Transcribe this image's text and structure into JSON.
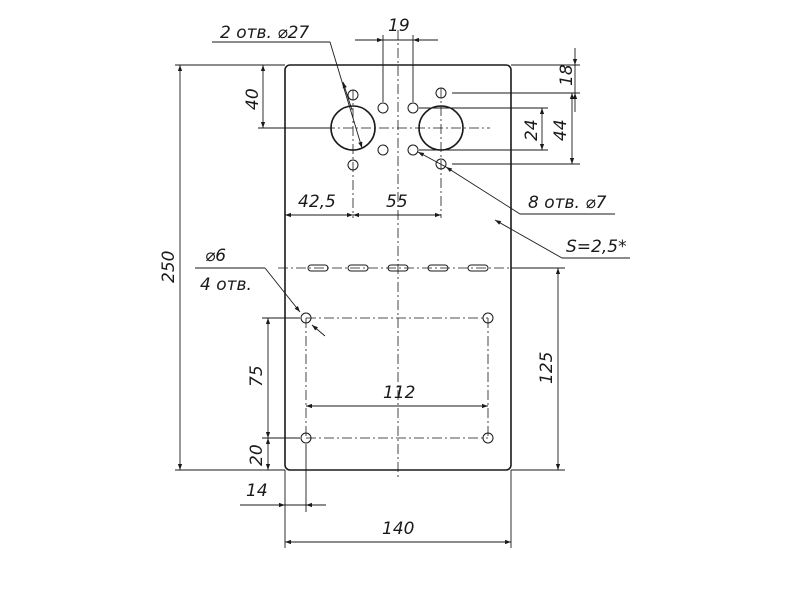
{
  "labels": {
    "holes_27": "2 отв. ⌀27",
    "dim_19": "19",
    "dim_18": "18",
    "dim_40": "40",
    "dim_24": "24",
    "dim_44": "44",
    "dim_42_5": "42,5",
    "dim_55": "55",
    "holes_7": "8 отв. ⌀7",
    "thickness": "S=2,5*",
    "dim_250": "250",
    "hole_6": "⌀6",
    "holes_6_count": "4 отв.",
    "dim_125": "125",
    "dim_75": "75",
    "dim_112": "112",
    "dim_20": "20",
    "dim_14": "14",
    "dim_140": "140"
  }
}
